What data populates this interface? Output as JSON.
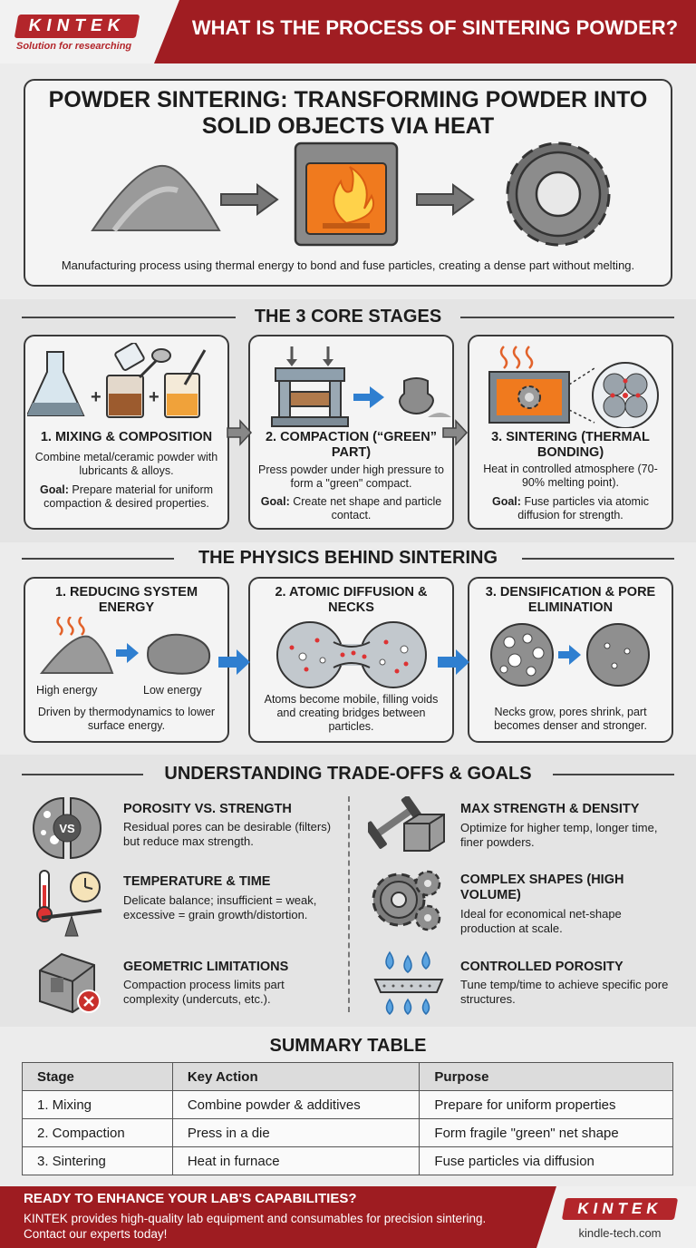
{
  "header": {
    "logo": "KINTEK",
    "tagline": "Solution for researching",
    "title": "WHAT IS THE PROCESS OF SINTERING POWDER?"
  },
  "hero": {
    "title": "POWDER SINTERING: TRANSFORMING POWDER INTO SOLID OBJECTS VIA HEAT",
    "caption": "Manufacturing process using thermal energy to bond and fuse particles, creating a dense part without melting."
  },
  "stages": {
    "heading": "THE 3 CORE STAGES",
    "items": [
      {
        "title": "1. MIXING & COMPOSITION",
        "text": "Combine metal/ceramic powder with lubricants & alloys.",
        "goal_label": "Goal:",
        "goal": "Prepare material for uniform compaction & desired properties."
      },
      {
        "title": "2. COMPACTION (“GREEN” PART)",
        "text": "Press powder under high pressure to form a \"green\" compact.",
        "goal_label": "Goal:",
        "goal": "Create net shape and particle contact."
      },
      {
        "title": "3. SINTERING (THERMAL BONDING)",
        "text": "Heat in controlled atmosphere (70-90% melting point).",
        "goal_label": "Goal:",
        "goal": "Fuse particles via atomic diffusion for strength."
      }
    ]
  },
  "physics": {
    "heading": "THE PHYSICS BEHIND SINTERING",
    "items": [
      {
        "title": "1. REDUCING SYSTEM ENERGY",
        "label_a": "High energy",
        "label_b": "Low energy",
        "text": "Driven by thermodynamics to lower surface energy."
      },
      {
        "title": "2. ATOMIC DIFFUSION & NECKS",
        "text": "Atoms become mobile, filling voids and creating bridges between particles."
      },
      {
        "title": "3. DENSIFICATION & PORE ELIMINATION",
        "text": "Necks grow, pores shrink, part becomes denser and stronger."
      }
    ]
  },
  "tradeoffs": {
    "heading": "UNDERSTANDING TRADE-OFFS & GOALS",
    "vs_label": "VS",
    "left": [
      {
        "title": "POROSITY VS. STRENGTH",
        "text": "Residual pores can be desirable (filters) but reduce max strength."
      },
      {
        "title": "TEMPERATURE & TIME",
        "text": "Delicate balance; insufficient = weak, excessive = grain growth/distortion."
      },
      {
        "title": "GEOMETRIC LIMITATIONS",
        "text": "Compaction process limits part complexity (undercuts, etc.)."
      }
    ],
    "right": [
      {
        "title": "MAX STRENGTH & DENSITY",
        "text": "Optimize for higher temp, longer time, finer powders."
      },
      {
        "title": "COMPLEX SHAPES (HIGH VOLUME)",
        "text": "Ideal for economical net-shape production at scale."
      },
      {
        "title": "CONTROLLED POROSITY",
        "text": "Tune temp/time to achieve specific pore structures."
      }
    ]
  },
  "summary": {
    "heading": "SUMMARY TABLE",
    "columns": [
      "Stage",
      "Key Action",
      "Purpose"
    ],
    "rows": [
      [
        "1. Mixing",
        "Combine powder & additives",
        "Prepare for uniform properties"
      ],
      [
        "2. Compaction",
        "Press in a die",
        "Form fragile \"green\" net shape"
      ],
      [
        "3. Sintering",
        "Heat in furnace",
        "Fuse particles via diffusion"
      ]
    ]
  },
  "footer": {
    "cta": "READY TO ENHANCE YOUR LAB'S CAPABILITIES?",
    "text": "KINTEK provides high-quality lab equipment and consumables for precision sintering. Contact our experts today!",
    "logo": "KINTEK",
    "url": "kindle-tech.com"
  },
  "colors": {
    "brand_red": "#a01d22",
    "accent_blue": "#2f7fd0",
    "dark": "#3a3a3a"
  }
}
